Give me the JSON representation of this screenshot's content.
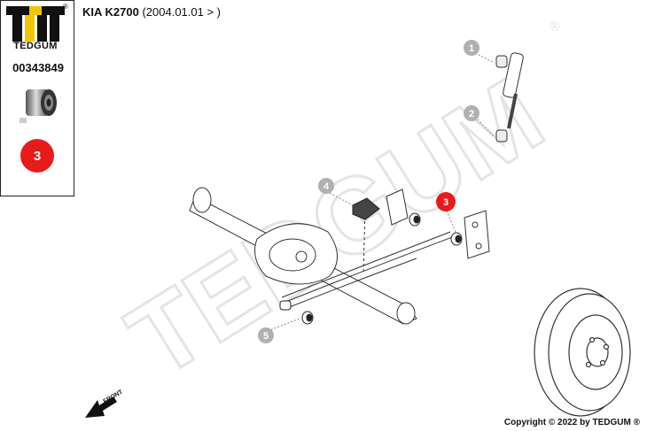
{
  "brand": {
    "name": "TEDGUM",
    "registered": "®"
  },
  "part_number": "00343849",
  "selected_callout": "3",
  "vehicle": {
    "model": "KIA K2700",
    "years": "(2004.01.01 > )"
  },
  "callouts": [
    "1",
    "2",
    "3",
    "4",
    "5"
  ],
  "watermark": "TEDGUM",
  "front_label": "FRONT",
  "copyright": "Copyright © 2022 by TEDGUM ®",
  "colors": {
    "accent": "#e81b1b",
    "callout_grey": "#b0b0b0",
    "logo_yellow": "#f2c500"
  }
}
